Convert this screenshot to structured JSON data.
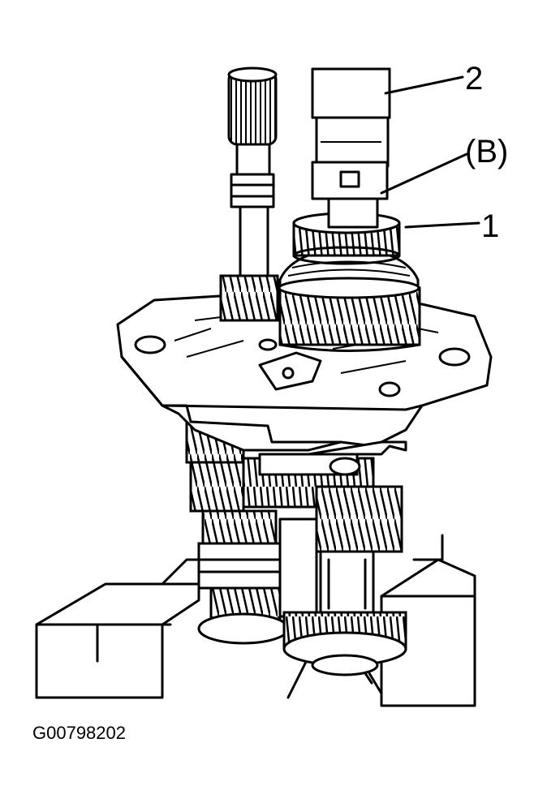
{
  "labels": {
    "callout_2": "2",
    "callout_b": "(B)",
    "callout_1": "1"
  },
  "caption": "G00798202",
  "colors": {
    "ink": "#000000",
    "paper": "#ffffff"
  }
}
